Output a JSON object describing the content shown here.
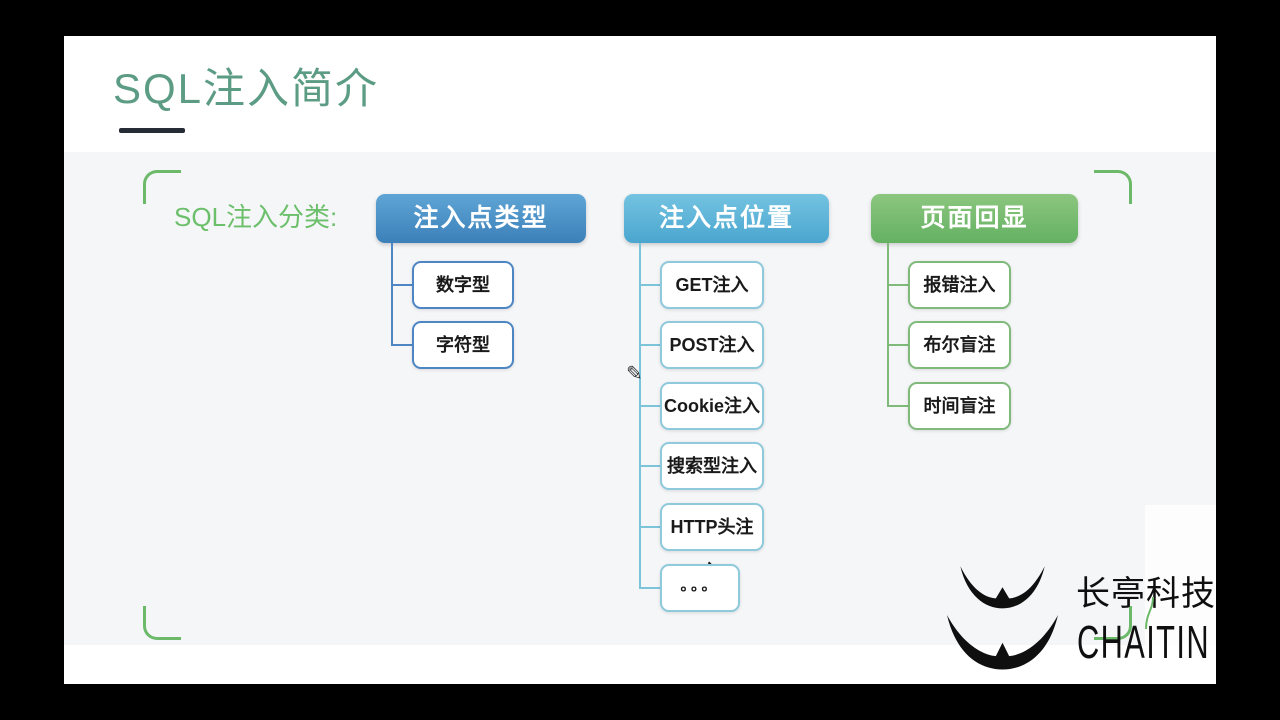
{
  "theme": {
    "bg": "#000000",
    "slide_bg": "#ffffff",
    "band_bg": "#f5f6f8",
    "title_color": "#5c9c85",
    "underline_color": "#262c35",
    "label_green": "#6cbf6b",
    "bracket_green": "#6cb96a",
    "text_dark": "#1a1a1a",
    "logo_black": "#0f0f0f",
    "logo_accent": "#6cb96a"
  },
  "title": {
    "text": "SQL注入简介"
  },
  "diagram": {
    "label": "SQL注入分类:",
    "columns": [
      {
        "header": "注入点类型",
        "header_bg_top": "#5fa5d5",
        "header_bg_bottom": "#3c80b9",
        "line_color": "#4e86c4",
        "node_border": "#4e86c4",
        "children": [
          "数字型",
          "字符型"
        ]
      },
      {
        "header": "注入点位置",
        "header_bg_top": "#74c3e1",
        "header_bg_bottom": "#4aa6cf",
        "line_color": "#7bc4da",
        "node_border": "#8ec9dc",
        "children": [
          "GET注入",
          "POST注入",
          "Cookie注入",
          "搜索型注入",
          "HTTP头注入",
          "。。。"
        ]
      },
      {
        "header": "页面回显",
        "header_bg_top": "#8cc67f",
        "header_bg_bottom": "#64b162",
        "line_color": "#7fba7b",
        "node_border": "#7fba7b",
        "children": [
          "报错注入",
          "布尔盲注",
          "时间盲注"
        ]
      }
    ]
  },
  "cursor": {
    "glyph": "✎"
  },
  "logo": {
    "company_cn": "长亭科技",
    "company_en": "CHAITIN"
  }
}
